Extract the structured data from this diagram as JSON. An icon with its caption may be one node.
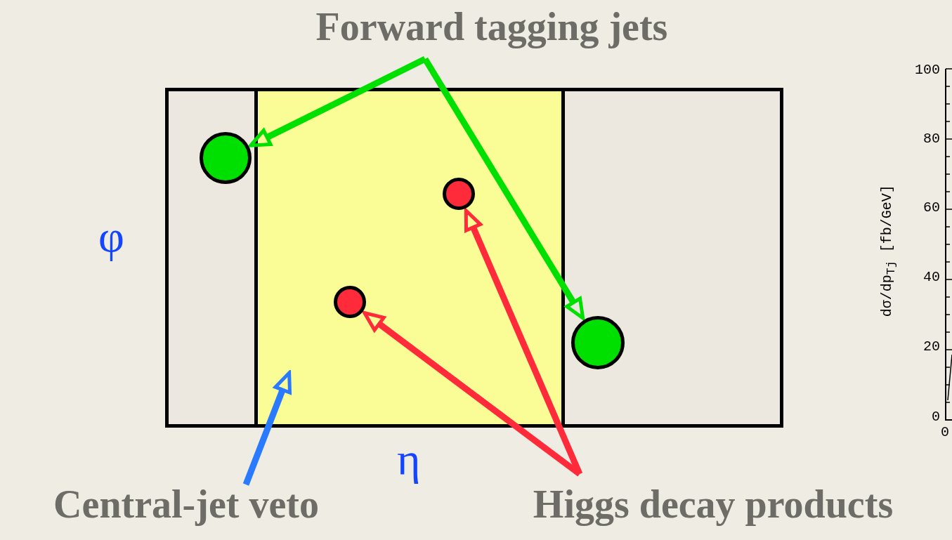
{
  "diagram": {
    "nodes": [
      {
        "text": [
          "Forward tagging jets"
        ]
      },
      {
        "text": [],
        "shape": "box"
      },
      {
        "text": [],
        "shape": "box",
        "in": 1
      },
      {
        "text": [],
        "shape": "circle",
        "in": 1
      },
      {
        "text": [],
        "shape": "circle",
        "in": 1
      },
      {
        "text": [],
        "shape": "circle",
        "in": 2
      },
      {
        "text": [],
        "shape": "circle",
        "in": 2
      },
      {
        "text": [
          "Central-jet veto"
        ]
      },
      {
        "text": [
          "Higgs decay products"
        ]
      }
    ],
    "edges": [
      {
        "from": 0,
        "to": 3,
        "arrow": "to",
        "color": "#00e000"
      },
      {
        "from": 0,
        "to": 4,
        "arrow": "to",
        "color": "#00e000"
      },
      {
        "from": 7,
        "to": 2,
        "arrow": "to",
        "color": "#2a7aff"
      },
      {
        "from": 8,
        "to": 5,
        "arrow": "to",
        "color": "#ff2a3a"
      },
      {
        "from": 8,
        "to": 6,
        "arrow": "to",
        "color": "#ff2a3a"
      }
    ],
    "labels": [
      "φ",
      "η",
      "100",
      "80",
      "60",
      "40",
      "20",
      "0",
      "0",
      "dσ/dp$_{Tj}$ [fb/GeV]"
    ]
  }
}
